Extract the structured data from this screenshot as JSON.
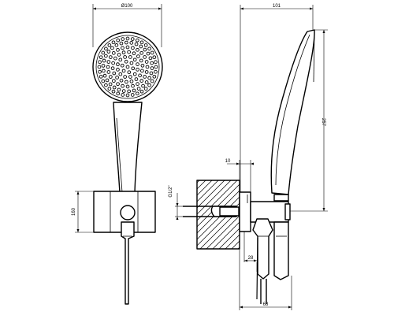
{
  "drawing": {
    "front_view": {
      "head_diameter_label": "Ø100",
      "bracket_height_label": "160"
    },
    "side_view": {
      "width_label": "101",
      "length_label": "257",
      "wall_offset_label": "10",
      "outlet_label": "G1/2\"",
      "bracket_depth_label": "28",
      "total_depth_label": "68"
    }
  }
}
